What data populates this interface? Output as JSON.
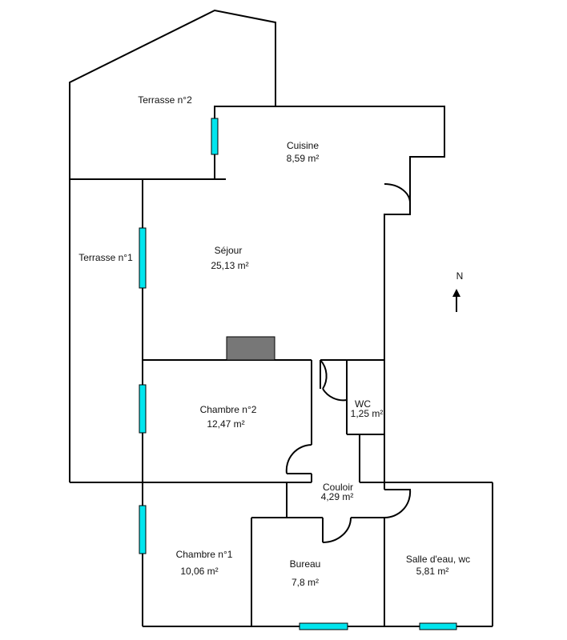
{
  "plan": {
    "wall_color": "#000000",
    "window_color": "#00e5ee",
    "chimney_color": "#777777",
    "rooms": [
      {
        "id": "terrasse2",
        "name": "Terrasse n°2",
        "area": ""
      },
      {
        "id": "cuisine",
        "name": "Cuisine",
        "area": "8,59  m²"
      },
      {
        "id": "sejour",
        "name": "Séjour",
        "area": "25,13  m²"
      },
      {
        "id": "terrasse1",
        "name": "Terrasse n°1",
        "area": ""
      },
      {
        "id": "chambre2",
        "name": "Chambre n°2",
        "area": "12,47  m²"
      },
      {
        "id": "wc",
        "name": "WC",
        "area": "1,25  m²"
      },
      {
        "id": "couloir",
        "name": "Couloir",
        "area": "4,29  m²"
      },
      {
        "id": "chambre1",
        "name": "Chambre n°1",
        "area": "10,06  m²"
      },
      {
        "id": "bureau",
        "name": "Bureau",
        "area": "7,8  m²"
      },
      {
        "id": "salle-eau",
        "name": "Salle d'eau, wc",
        "area": "5,81  m²"
      }
    ],
    "north": {
      "label": "N",
      "icon": "north-arrow-icon"
    }
  }
}
